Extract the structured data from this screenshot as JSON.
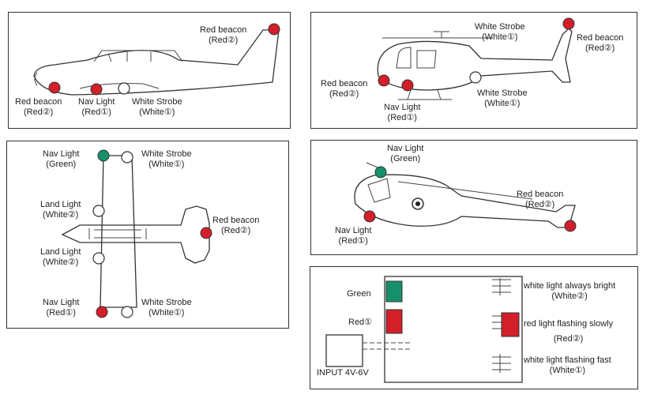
{
  "colors": {
    "red": "#d21f2a",
    "green": "#16906a",
    "white": "#ffffff",
    "outline": "#333333"
  },
  "plane_side": {
    "red_beacon_tail": {
      "l1": "Red beacon",
      "l2": "(Red②)"
    },
    "red_beacon_nose": {
      "l1": "Red beacon",
      "l2": "(Red②)"
    },
    "nav_light": {
      "l1": "Nav Light",
      "l2": "(Red①)"
    },
    "white_strobe": {
      "l1": "White Strobe",
      "l2": "(White①)"
    }
  },
  "heli_side": {
    "white_strobe_top": {
      "l1": "White Strobe",
      "l2": "(White①)"
    },
    "red_beacon_tail": {
      "l1": "Red beacon",
      "l2": "(Red②)"
    },
    "red_beacon_front": {
      "l1": "Red beacon",
      "l2": "(Red②)"
    },
    "white_strobe_bottom": {
      "l1": "White Strobe",
      "l2": "(White①)"
    },
    "nav_light": {
      "l1": "Nav Light",
      "l2": "(Red①)"
    }
  },
  "plane_top": {
    "nav_green": {
      "l1": "Nav Light",
      "l2": "(Green)"
    },
    "strobe_top": {
      "l1": "White Strobe",
      "l2": "(White①)"
    },
    "land_1": {
      "l1": "Land Light",
      "l2": "(White②)"
    },
    "red_beacon": {
      "l1": "Red beacon",
      "l2": "(Red②)"
    },
    "land_2": {
      "l1": "Land Light",
      "l2": "(White②)"
    },
    "nav_red": {
      "l1": "Nav Light",
      "l2": "(Red①)"
    },
    "strobe_bottom": {
      "l1": "White Strobe",
      "l2": "(White①)"
    }
  },
  "heli_angle": {
    "nav_green": {
      "l1": "Nav Light",
      "l2": "(Green)"
    },
    "red_beacon": {
      "l1": "Red beacon",
      "l2": "(Red②)"
    },
    "nav_red": {
      "l1": "Nav Light",
      "l2": "(Red①)"
    }
  },
  "wiring": {
    "green": "Green",
    "red": "Red①",
    "input": "INPUT 4V-6V",
    "out1": {
      "l1": "white light  always  bright",
      "l2": "(White②)"
    },
    "out2": {
      "l1": "red light flashing slowly",
      "l2": "(Red②)"
    },
    "out3": {
      "l1": "white light  flashing fast",
      "l2": "(White①)"
    }
  }
}
